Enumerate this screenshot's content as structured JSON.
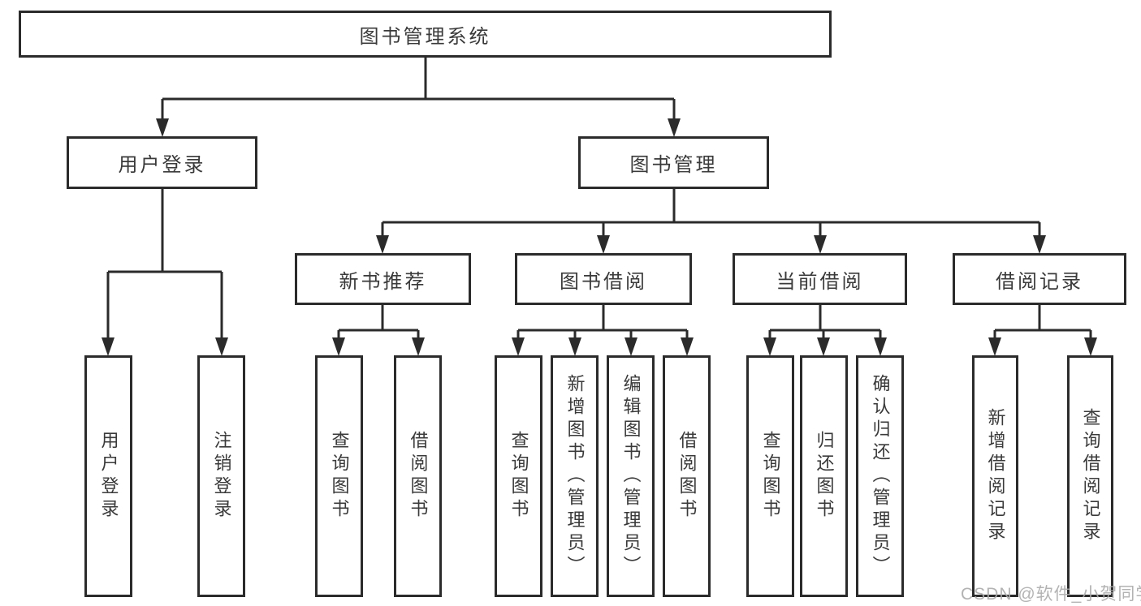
{
  "tree": {
    "label": "图书管理系统",
    "children": [
      {
        "label": "用户登录",
        "children": [
          {
            "label": "用户登录"
          },
          {
            "label": "注销登录"
          }
        ]
      },
      {
        "label": "图书管理",
        "children": [
          {
            "label": "新书推荐",
            "children": [
              {
                "label": "查询图书"
              },
              {
                "label": "借阅图书"
              }
            ]
          },
          {
            "label": "图书借阅",
            "children": [
              {
                "label": "查询图书"
              },
              {
                "label": "新增图书（管理员）"
              },
              {
                "label": "编辑图书（管理员）"
              },
              {
                "label": "借阅图书"
              }
            ]
          },
          {
            "label": "当前借阅",
            "children": [
              {
                "label": "查询图书"
              },
              {
                "label": "归还图书"
              },
              {
                "label": "确认归还（管理员）"
              }
            ]
          },
          {
            "label": "借阅记录",
            "children": [
              {
                "label": "新增借阅记录"
              },
              {
                "label": "查询借阅记录"
              }
            ]
          }
        ]
      }
    ]
  },
  "watermark": {
    "text": "CSDN @软件_小贺同学"
  },
  "colors": {
    "line": "#2b2b2b",
    "text": "#3a3a3a",
    "watermark": "#ababab",
    "background": "#ffffff"
  }
}
